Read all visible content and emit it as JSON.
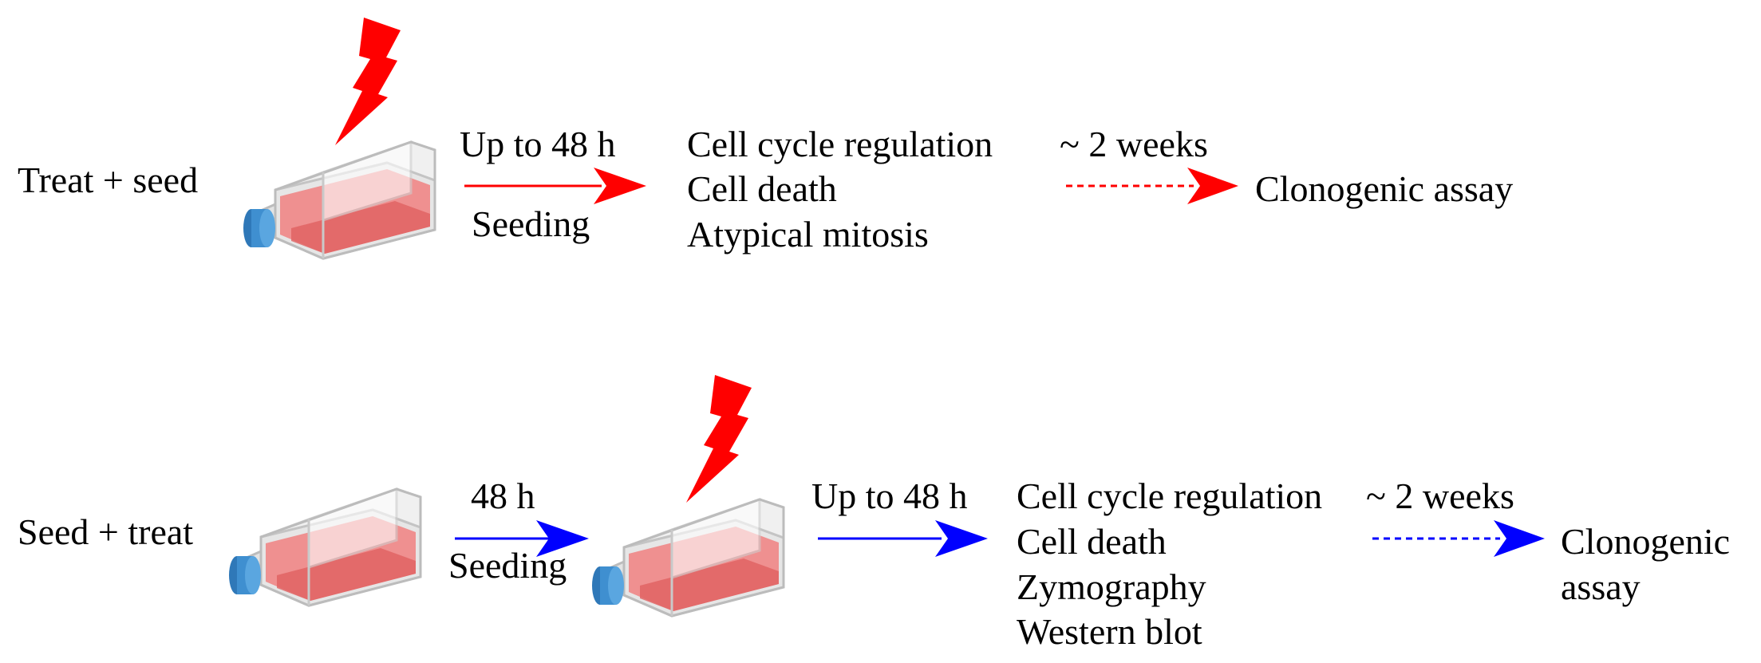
{
  "colors": {
    "row1_accent": "#ff0000",
    "row2_accent": "#0000ff",
    "flask_liquid": "#f08080",
    "flask_cap": "#3f8fd0",
    "flask_body": "#d9d9d9",
    "lightning": "#ff0000"
  },
  "icons": [
    "lightning-bolt-icon",
    "culture-flask-icon"
  ],
  "row1": {
    "label": "Treat + seed",
    "arrow1_top": "Up to 48 h",
    "arrow1_bottom": "Seeding",
    "assays": [
      "Cell cycle regulation",
      "Cell death",
      "Atypical mitosis"
    ],
    "arrow2_top": "~ 2 weeks",
    "final_lines": [
      "Clonogenic assay"
    ]
  },
  "row2": {
    "label": "Seed + treat",
    "arrow1_top": "48 h",
    "arrow1_bottom": "Seeding",
    "arrow2_top": "Up to 48 h",
    "assays": [
      "Cell cycle regulation",
      "Cell death",
      "Zymography",
      "Western blot"
    ],
    "arrow3_top": "~ 2 weeks",
    "final_lines": [
      "Clonogenic",
      "assay"
    ]
  }
}
